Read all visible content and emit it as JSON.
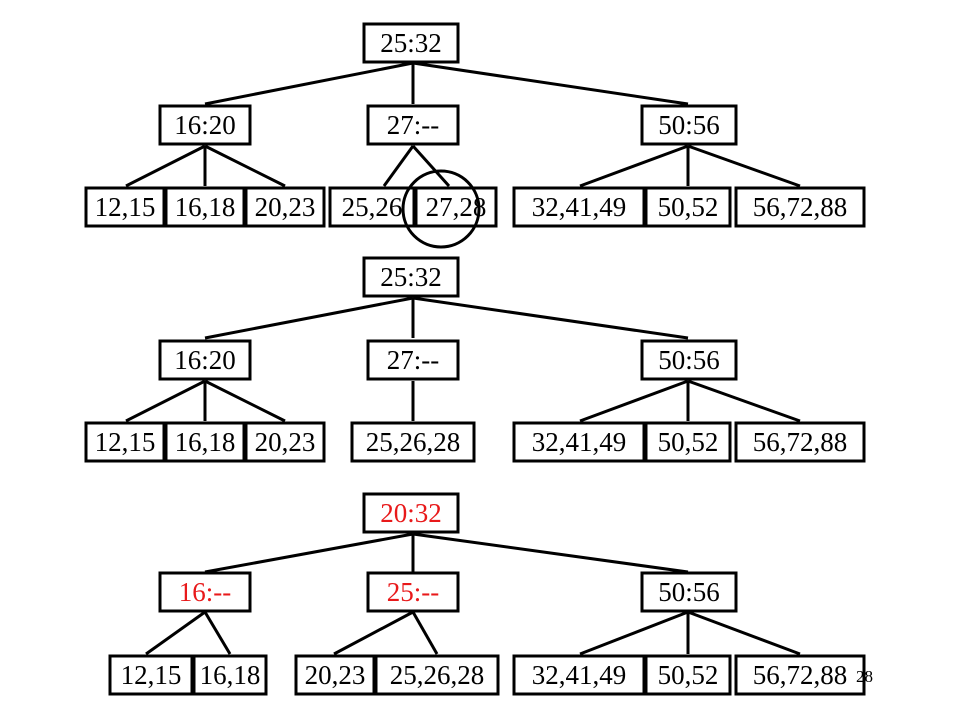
{
  "colors": {
    "default": "#000000",
    "highlight": "#e8191a"
  },
  "slide_number": "28",
  "trees": [
    {
      "root": {
        "label": "25:32"
      },
      "internal": [
        {
          "label": "16:20"
        },
        {
          "label": "27:--"
        },
        {
          "label": "50:56"
        }
      ],
      "leaves": [
        {
          "label": "12,15"
        },
        {
          "label": "16,18"
        },
        {
          "label": "20,23"
        },
        {
          "label": "25,26"
        },
        {
          "label": "27,28",
          "circled": true
        },
        {
          "label": "32,41,49"
        },
        {
          "label": "50,52"
        },
        {
          "label": "56,72,88"
        }
      ]
    },
    {
      "root": {
        "label": "25:32"
      },
      "internal": [
        {
          "label": "16:20"
        },
        {
          "label": "27:--"
        },
        {
          "label": "50:56"
        }
      ],
      "leaves": [
        {
          "label": "12,15"
        },
        {
          "label": "16,18"
        },
        {
          "label": "20,23"
        },
        {
          "label": "25,26,28"
        },
        {
          "label": "32,41,49"
        },
        {
          "label": "50,52"
        },
        {
          "label": "56,72,88"
        }
      ]
    },
    {
      "root": {
        "label": "20:32",
        "highlight": true
      },
      "internal": [
        {
          "label": "16:--",
          "highlight": true
        },
        {
          "label": "25:--",
          "highlight": true
        },
        {
          "label": "50:56"
        }
      ],
      "leaves": [
        {
          "label": "12,15"
        },
        {
          "label": "16,18"
        },
        {
          "label": "20,23"
        },
        {
          "label": "25,26,28"
        },
        {
          "label": "32,41,49"
        },
        {
          "label": "50,52"
        },
        {
          "label": "56,72,88"
        }
      ]
    }
  ]
}
